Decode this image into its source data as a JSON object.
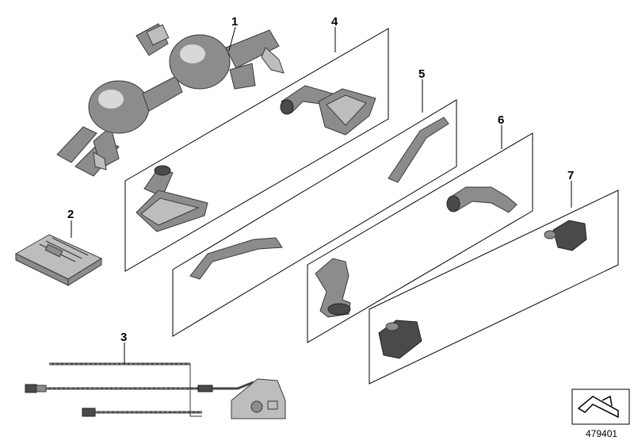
{
  "callouts": {
    "c1": "1",
    "c2": "2",
    "c3": "3",
    "c4": "4",
    "c5": "5",
    "c6": "6",
    "c7": "7"
  },
  "image_number": "479401",
  "colors": {
    "part_fill": "#8c8c8c",
    "part_light": "#bdbdbd",
    "part_dark": "#4a4a4a",
    "outline": "#000000"
  },
  "icons": {
    "orientation": "arrow-symbol-icon"
  }
}
